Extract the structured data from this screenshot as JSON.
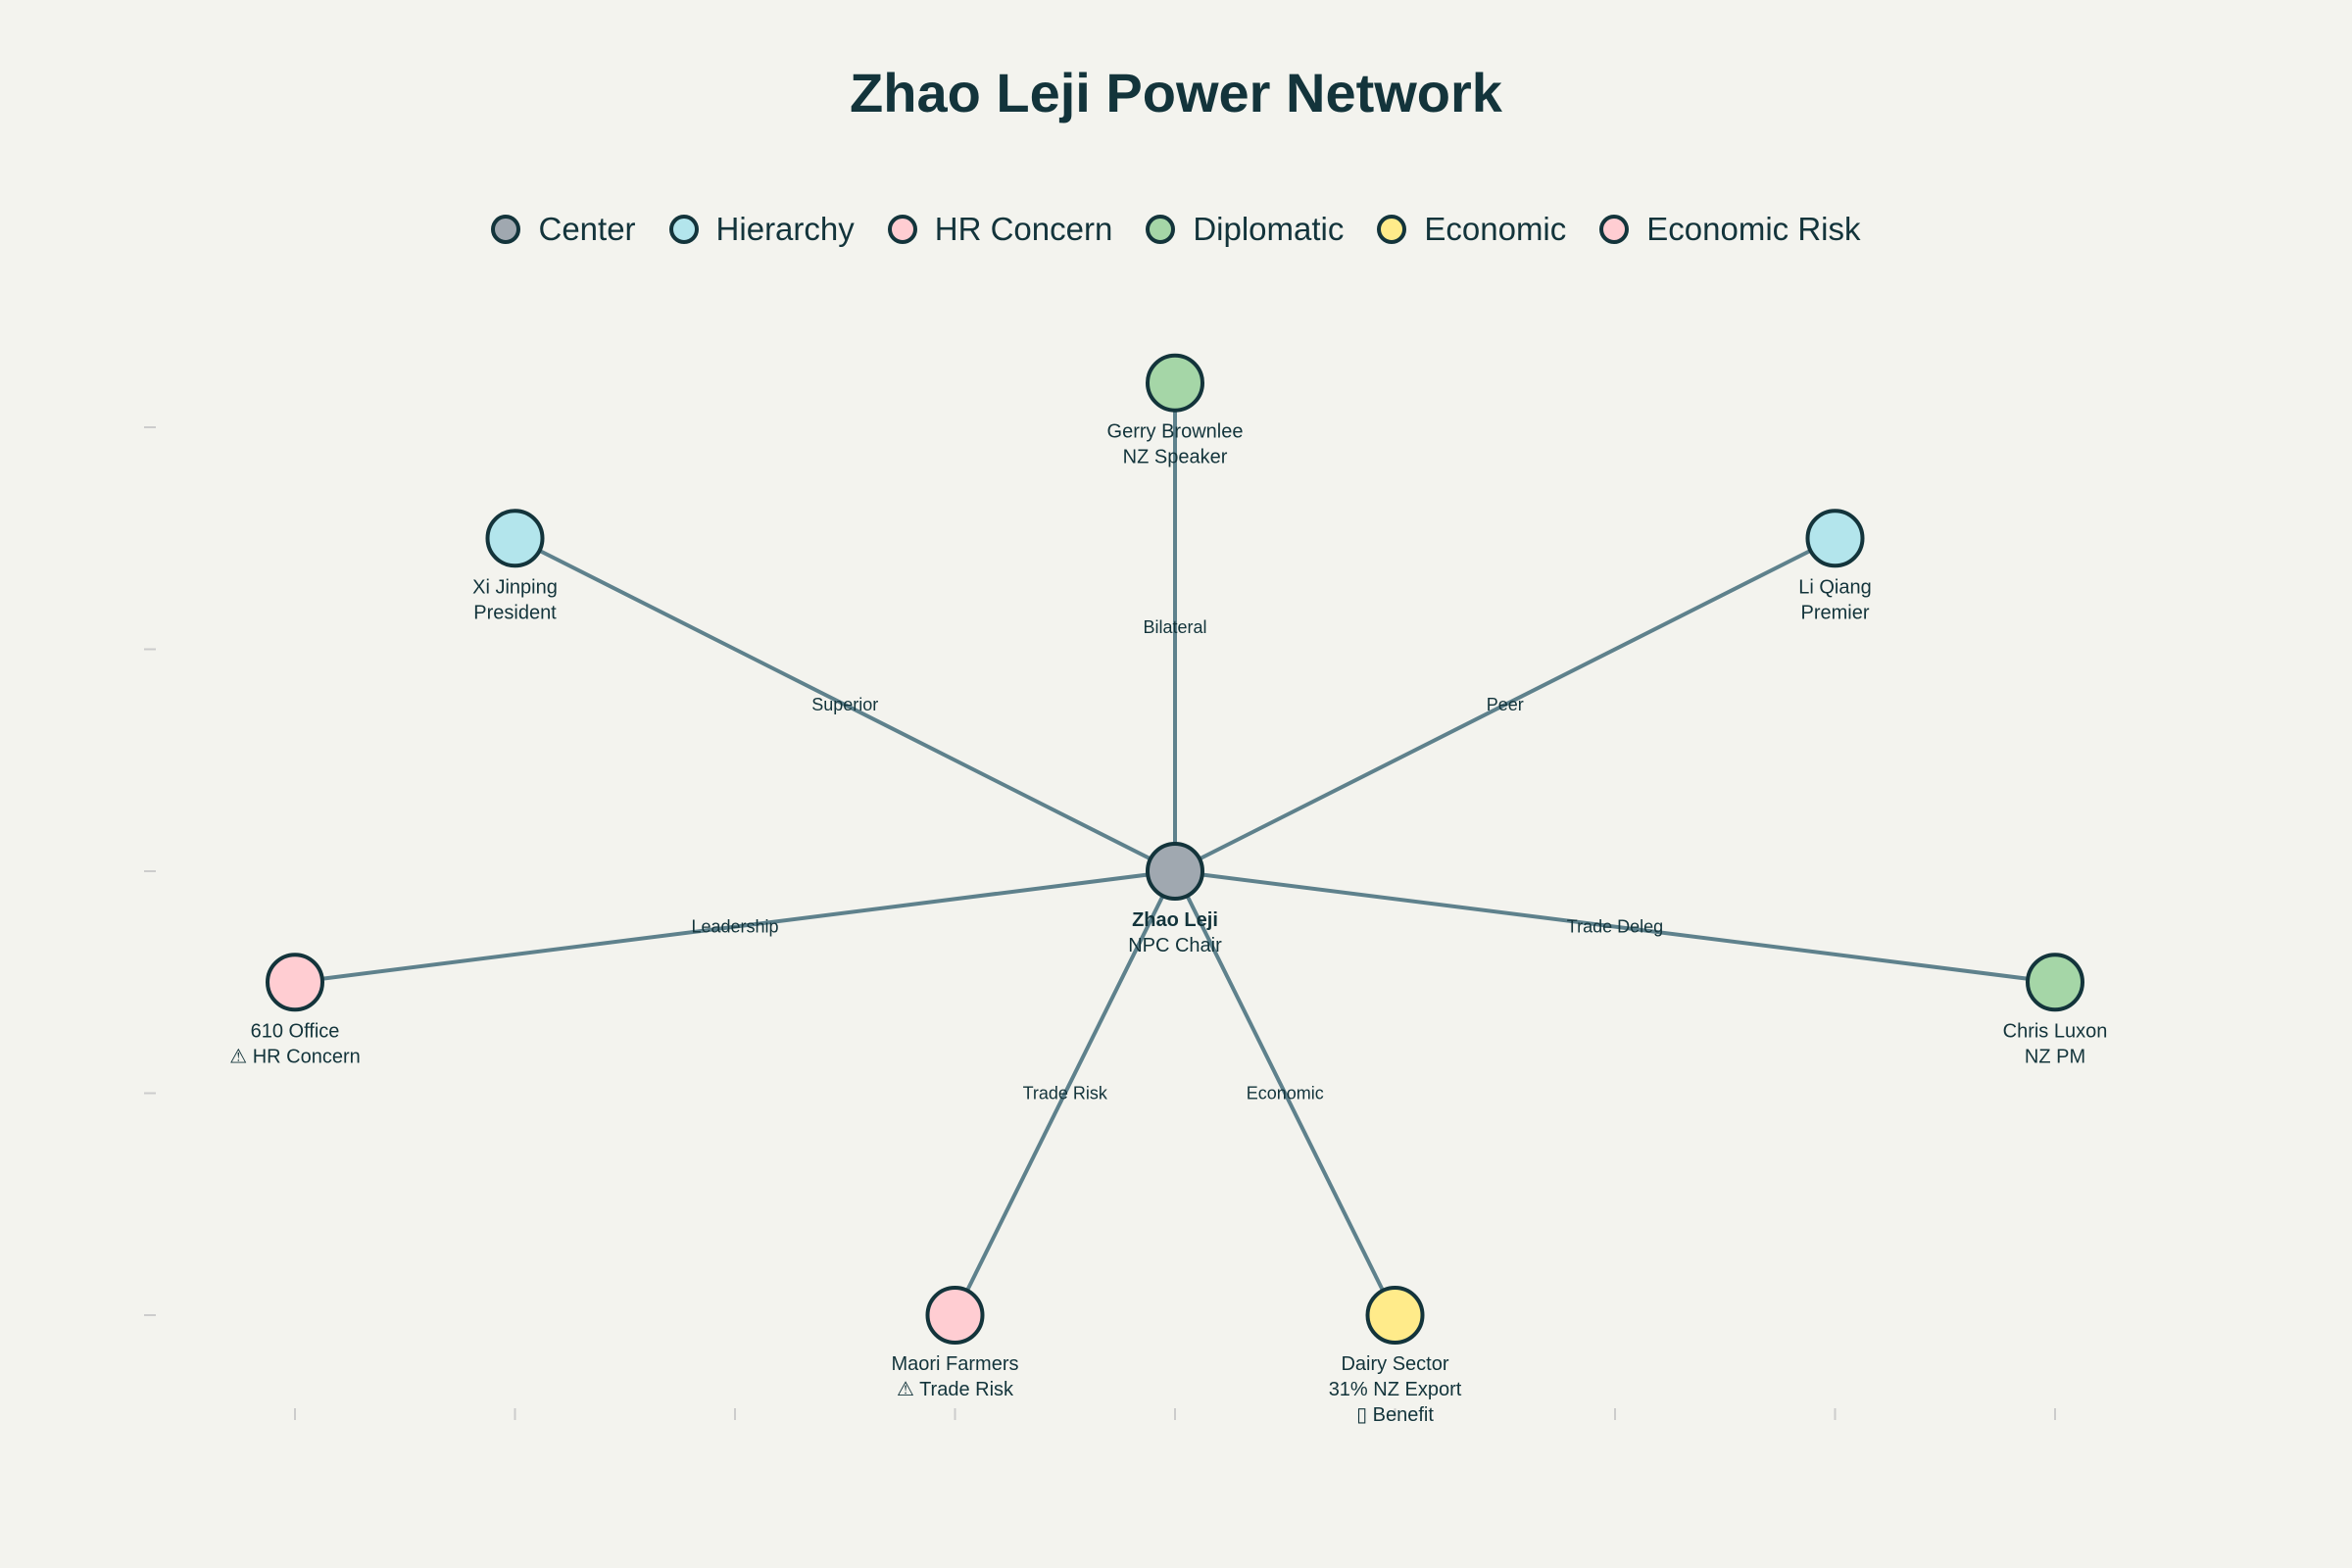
{
  "title": "Zhao Leji Power Network",
  "legend": [
    {
      "label": "Center",
      "color": "#a0a8b0"
    },
    {
      "label": "Hierarchy",
      "color": "#b3e5ec"
    },
    {
      "label": "HR Concern",
      "color": "#ffcdd2"
    },
    {
      "label": "Diplomatic",
      "color": "#a5d6a7"
    },
    {
      "label": "Economic",
      "color": "#ffeb8a"
    },
    {
      "label": "Economic Risk",
      "color": "#ffcdd2"
    }
  ],
  "colors": {
    "edge": "#5e818c",
    "node_border": "#13343b",
    "text": "#13343b",
    "tick": "#cccccc"
  },
  "chart_data": {
    "type": "network",
    "center": "Zhao Leji",
    "x_ticks": [
      -4,
      -3,
      -2,
      -1,
      0,
      1,
      2,
      3,
      4
    ],
    "y_ticks": [
      2,
      1,
      0,
      -1,
      -2
    ],
    "nodes": [
      {
        "id": "zhao",
        "lines": [
          "Zhao Leji",
          "NPC Chair"
        ],
        "bold_first": true,
        "category": "Center",
        "x": 0,
        "y": 0
      },
      {
        "id": "gerry",
        "lines": [
          "Gerry Brownlee",
          "NZ Speaker"
        ],
        "category": "Diplomatic",
        "x": 0,
        "y": 2.2
      },
      {
        "id": "xi",
        "lines": [
          "Xi Jinping",
          "President"
        ],
        "category": "Hierarchy",
        "x": -3,
        "y": 1.5
      },
      {
        "id": "li",
        "lines": [
          "Li Qiang",
          "Premier"
        ],
        "category": "Hierarchy",
        "x": 3,
        "y": 1.5
      },
      {
        "id": "office610",
        "lines": [
          "610 Office",
          "⚠ HR Concern"
        ],
        "category": "HR Concern",
        "x": -4,
        "y": -0.5
      },
      {
        "id": "luxon",
        "lines": [
          "Chris Luxon",
          "NZ PM"
        ],
        "category": "Diplomatic",
        "x": 4,
        "y": -0.5
      },
      {
        "id": "maori",
        "lines": [
          "Maori Farmers",
          "⚠ Trade Risk"
        ],
        "category": "Economic Risk",
        "x": -1,
        "y": -2
      },
      {
        "id": "dairy",
        "lines": [
          "Dairy Sector",
          "31% NZ Export",
          "▯ Benefit"
        ],
        "category": "Economic",
        "x": 1,
        "y": -2
      }
    ],
    "edges": [
      {
        "from": "zhao",
        "to": "gerry",
        "label": "Bilateral"
      },
      {
        "from": "zhao",
        "to": "xi",
        "label": "Superior"
      },
      {
        "from": "zhao",
        "to": "li",
        "label": "Peer"
      },
      {
        "from": "zhao",
        "to": "office610",
        "label": "Leadership"
      },
      {
        "from": "zhao",
        "to": "luxon",
        "label": "Trade Deleg"
      },
      {
        "from": "zhao",
        "to": "maori",
        "label": "Trade Risk"
      },
      {
        "from": "zhao",
        "to": "dairy",
        "label": "Economic"
      }
    ]
  }
}
